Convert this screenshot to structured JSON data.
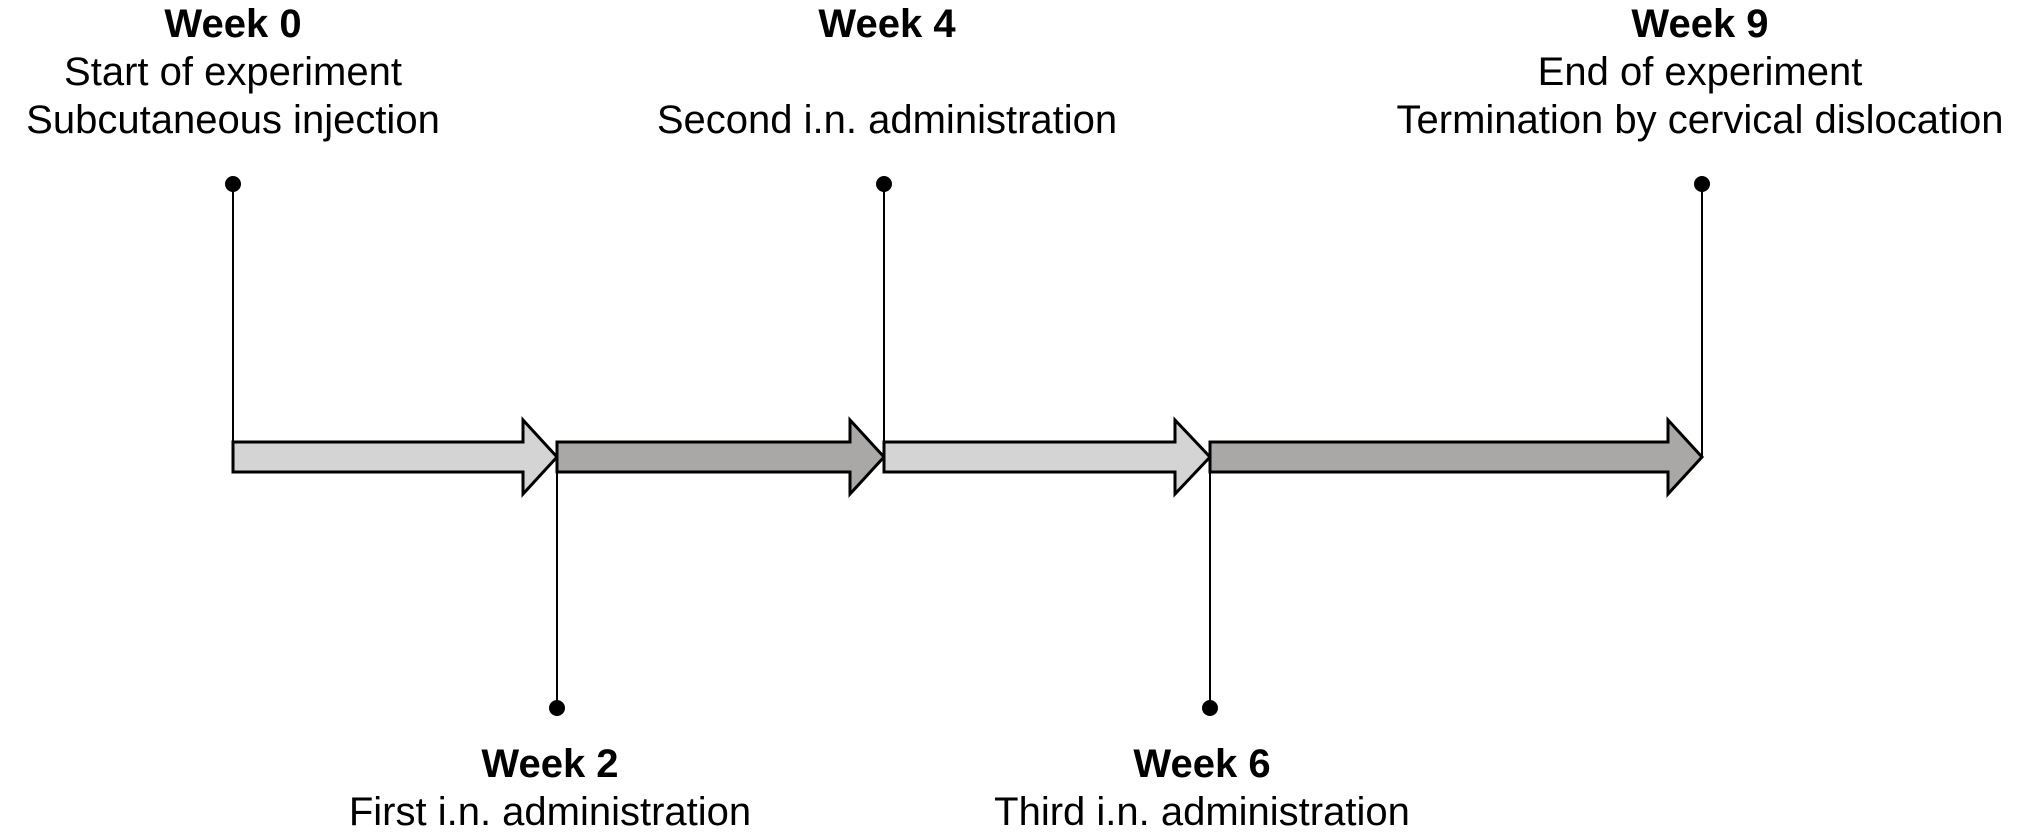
{
  "milestones": [
    {
      "week": "Week 0",
      "lines": [
        "Start of experiment",
        "Subcutaneous injection"
      ]
    },
    {
      "week": "Week 2",
      "lines": [
        "First i.n. administration"
      ]
    },
    {
      "week": "Week 4",
      "lines": [
        "Second i.n. administration"
      ]
    },
    {
      "week": "Week 6",
      "lines": [
        "Third i.n. administration"
      ]
    },
    {
      "week": "Week 9",
      "lines": [
        "End of experiment",
        "Termination by cervical dislocation"
      ]
    }
  ],
  "colors": {
    "arrow_light": "#d4d4d4",
    "arrow_dark": "#aaa7a7",
    "stroke": "#000000"
  }
}
